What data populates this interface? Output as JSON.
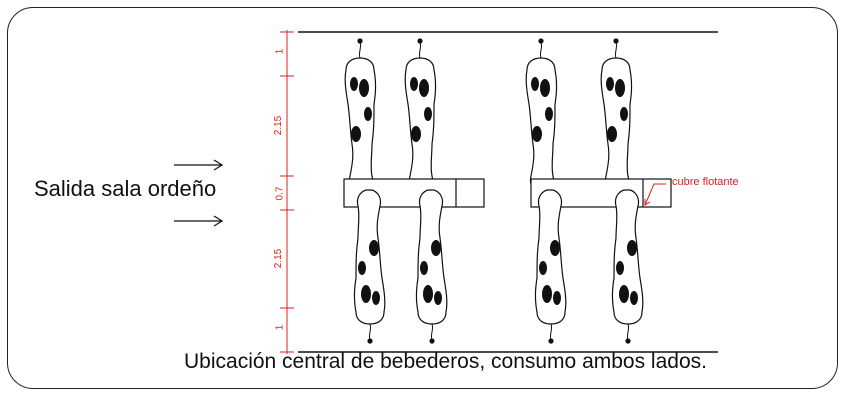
{
  "labels": {
    "exit_label": "Salida sala ordeño",
    "caption": "Ubicación central de bebederos, consumo ambos lados.",
    "trough_cover": "cubre flotante"
  },
  "dimensions": [
    "1",
    "2.15",
    "0.7",
    "2.15",
    "1"
  ],
  "colors": {
    "line": "#111111",
    "dimension": "#e0201a",
    "frame": "#222222"
  }
}
